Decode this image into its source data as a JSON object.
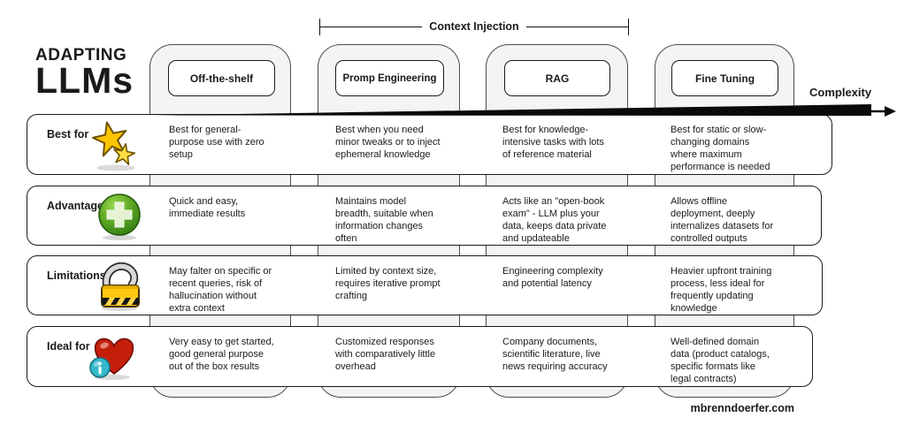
{
  "title": {
    "line1": "ADAPTING",
    "line2": "LLMs"
  },
  "bracket_label": "Context Injection",
  "complexity_label": "Complexity",
  "columns": [
    {
      "label": "Off-the-shelf"
    },
    {
      "label": "Promp Engineering"
    },
    {
      "label": "RAG"
    },
    {
      "label": "Fine Tuning"
    }
  ],
  "rows": [
    {
      "label": "Best for",
      "icon": "two-stars-icon",
      "cells": [
        "Best for general-\npurpose use with zero\nsetup",
        "Best when you need\nminor tweaks or to inject\nephemeral knowledge",
        "Best for knowledge-\nintensive tasks with lots\nof reference material",
        "Best for static or slow-\nchanging domains\nwhere maximum\nperformance is needed"
      ]
    },
    {
      "label": "Advantages",
      "icon": "green-plus-icon",
      "cells": [
        "Quick and easy,\nimmediate results",
        "Maintains model\nbreadth, suitable when\ninformation changes\noften",
        "Acts like an \"open-book\nexam\" - LLM plus your\ndata, keeps data private\nand updateable",
        "Allows offline\ndeployment, deeply\ninternalizes datasets for\ncontrolled outputs"
      ]
    },
    {
      "label": "Limitations",
      "icon": "open-padlock-icon",
      "cells": [
        "May falter on specific or\nrecent queries, risk of\nhallucination without\nextra context",
        "Limited by context size,\nrequires iterative prompt\ncrafting",
        "Engineering complexity\nand potential latency",
        "Heavier upfront training\nprocess, less ideal for\nfrequently updating\nknowledge"
      ]
    },
    {
      "label": "Ideal for",
      "icon": "heart-info-icon",
      "cells": [
        "Very easy to get started,\ngood general purpose\nout of the box results",
        "Customized responses\nwith comparatively little\noverhead",
        "Company documents,\nscientific literature, live\nnews requiring accuracy",
        "Well-defined domain\ndata (product catalogs,\nspecific formats like\nlegal contracts)"
      ]
    }
  ],
  "footer": {
    "credit": "mbrenndoerfer.com"
  },
  "colors": {
    "tube_fill": "#f4f4f4",
    "outline": "#1a1a1a",
    "arrow_black": "#0a0a0a",
    "star_gold": "#FDC500",
    "plus_green": "#5a9e1f",
    "lock_gold": "#FFC710",
    "heart_red": "#C41F0A",
    "info_teal": "#35B8CC"
  }
}
